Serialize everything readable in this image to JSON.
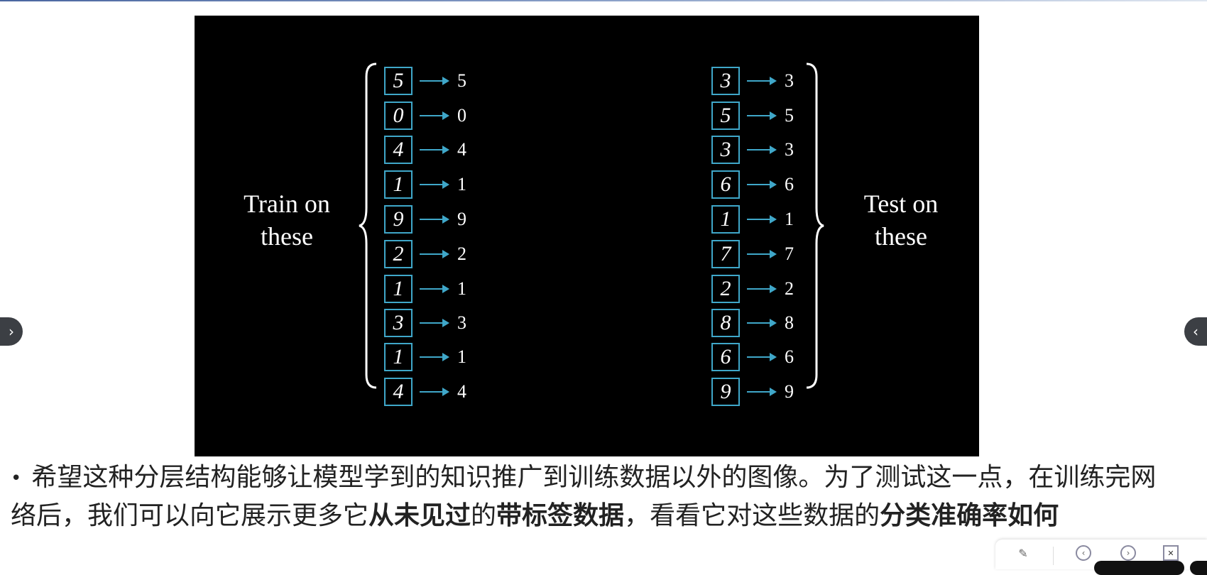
{
  "figure": {
    "train_label_line1": "Train on",
    "train_label_line2": "these",
    "test_label_line1": "Test on",
    "test_label_line2": "these",
    "train_images": [
      "5",
      "0",
      "4",
      "1",
      "9",
      "2",
      "1",
      "3",
      "1",
      "4"
    ],
    "train_labels": [
      "5",
      "0",
      "4",
      "1",
      "9",
      "2",
      "1",
      "3",
      "1",
      "4"
    ],
    "test_images": [
      "3",
      "5",
      "3",
      "6",
      "1",
      "7",
      "2",
      "8",
      "6",
      "9"
    ],
    "test_labels": [
      "3",
      "5",
      "3",
      "6",
      "1",
      "7",
      "2",
      "8",
      "6",
      "9"
    ],
    "accent_color": "#3fa7c9"
  },
  "body_text": {
    "line1": "希望这种分层结构能够让模型学到的知识推广到训练数据以外的图像。为了测试这一点，在训练完网",
    "line2_a": "络后，我们可以向它展示更多它",
    "line2_b": "从未见过",
    "line2_c": "的",
    "line2_d": "带标签数据",
    "line2_e": "，看看它对这些数据的",
    "line2_f": "分类准确率如何"
  },
  "nav": {
    "prev_icon": "chevron-left",
    "next_icon": "chevron-right"
  },
  "toolbar": {
    "icons": [
      "pen-icon",
      "prev-page-icon",
      "next-page-icon",
      "close-box-icon"
    ]
  }
}
